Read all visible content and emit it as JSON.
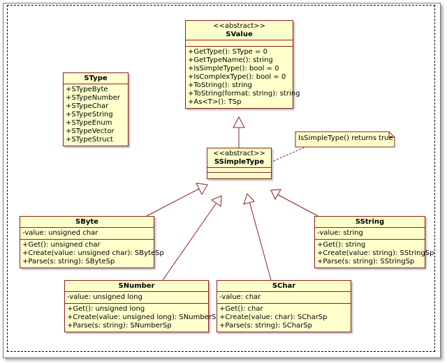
{
  "classes": {
    "svalue": {
      "stereotype": "<<abstract>>",
      "name": "SValue",
      "operations": [
        "+GetType(): SType = 0",
        "+GetTypeName(): string",
        "+IsSimpleType(): bool = 0",
        "+IsComplexType(): bool = 0",
        "+ToString(): string",
        "+ToString(format: string): string",
        "+As<T>(): TSp"
      ]
    },
    "stype": {
      "name": "SType",
      "literals": [
        "+STypeByte",
        "+STypeNumber",
        "+STypeChar",
        "+STypeString",
        "+STypeEnum",
        "+STypeVector",
        "+STypeStruct"
      ]
    },
    "ssimpletype": {
      "stereotype": "<<abstract>>",
      "name": "SSimpleType"
    },
    "sbyte": {
      "name": "SByte",
      "attributes": [
        "-value: unsigned char"
      ],
      "operations": [
        "+Get(): unsigned char",
        "+Create(value: unsigned char): SByteSp",
        "+Parse(s: string): SByteSp"
      ]
    },
    "sstring": {
      "name": "SString",
      "attributes": [
        "-value: string"
      ],
      "operations": [
        "+Get(): string",
        "+Create(value: string): SStringSp",
        "+Parse(s: string): SStringSp"
      ]
    },
    "snumber": {
      "name": "SNumber",
      "attributes": [
        "-value: unsigned long"
      ],
      "operations": [
        "+Get(): unsigned long",
        "+Create(value: unsigned long): SNumberSp",
        "+Parse(s: string): SNumberSp"
      ]
    },
    "schar": {
      "name": "SChar",
      "attributes": [
        "-value: char"
      ],
      "operations": [
        "+Get(): char",
        "+Create(value: char): SCharSp",
        "+Parse(s: string): SCharSp"
      ]
    }
  },
  "note": {
    "text": "IsSimpleType() returns true"
  },
  "colors": {
    "class_fill": "#ffffcc",
    "class_border": "#8c2020",
    "note_fill": "#ffffcc"
  }
}
